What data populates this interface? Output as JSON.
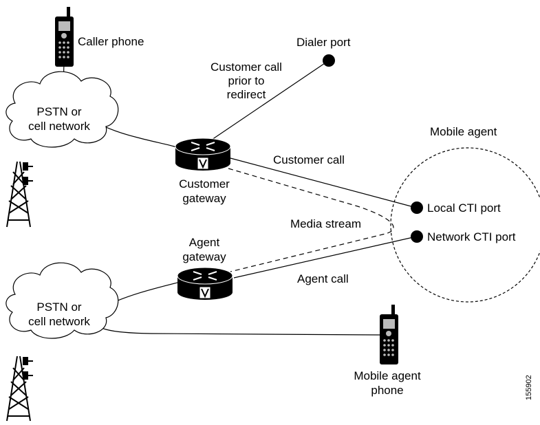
{
  "labels": {
    "caller_phone": "Caller phone",
    "dialer_port": "Dialer port",
    "customer_call_prior": [
      "Customer call",
      "prior to",
      "redirect"
    ],
    "pstn_top": [
      "PSTN or",
      "cell network"
    ],
    "pstn_bottom": [
      "PSTN or",
      "cell network"
    ],
    "mobile_agent": "Mobile agent",
    "customer_call": "Customer call",
    "customer_gateway": [
      "Customer",
      "gateway"
    ],
    "local_cti_port": "Local CTI port",
    "media_stream": "Media stream",
    "network_cti_port": "Network CTI port",
    "agent_gateway": [
      "Agent",
      "gateway"
    ],
    "agent_call": "Agent call",
    "mobile_agent_phone": [
      "Mobile agent",
      "phone"
    ],
    "figure_id": "155902"
  },
  "icons": {
    "phone": "cell-phone-icon",
    "router": "voice-gateway-router-icon",
    "tower": "cell-tower-icon",
    "cloud": "network-cloud-icon",
    "port": "port-dot-icon"
  },
  "colors": {
    "line": "#000000",
    "background": "#ffffff"
  }
}
